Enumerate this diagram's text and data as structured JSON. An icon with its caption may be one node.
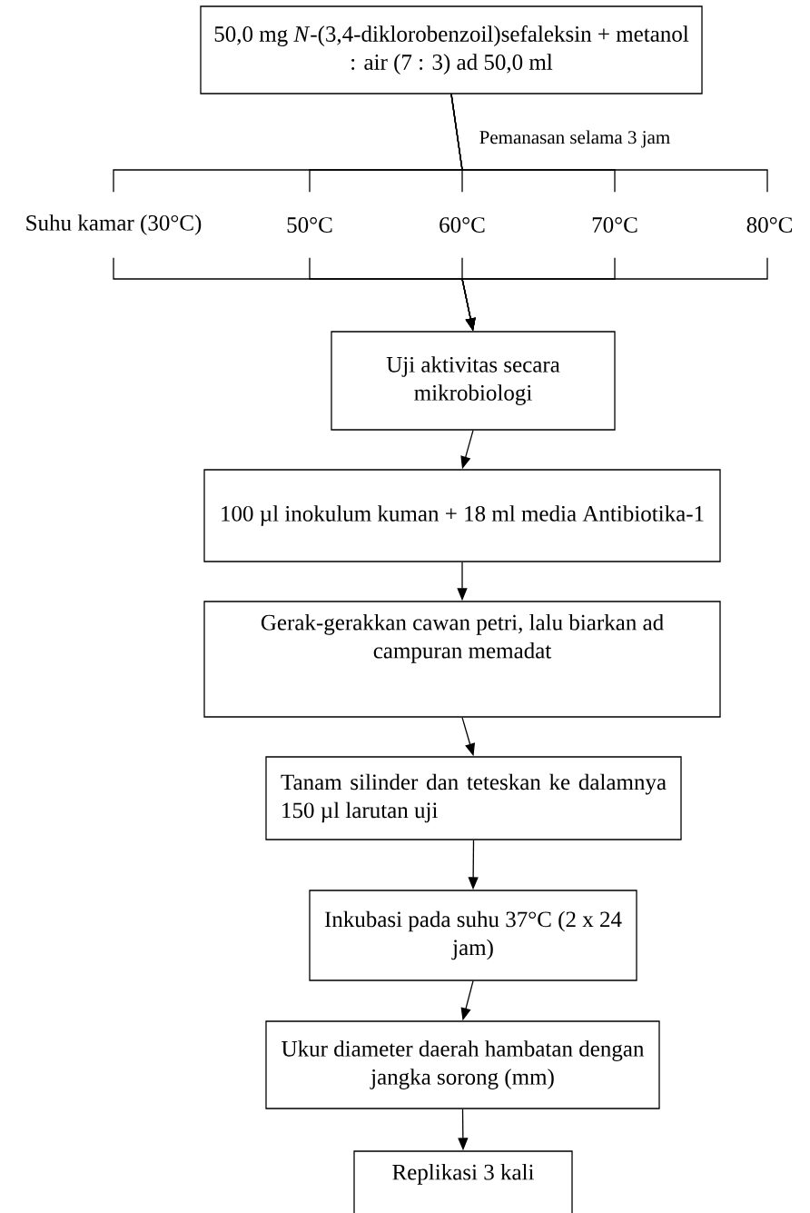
{
  "diagram": {
    "nodes": [
      {
        "text": [
          "50,0 mg *N*-(3,4-diklorobenzoil)sefaleksin + metanol : air (7 : 3) ad 50,0 ml"
        ]
      },
      {
        "text": [
          "Suhu kamar (30°C)"
        ]
      },
      {
        "text": [
          "50°C"
        ]
      },
      {
        "text": [
          "60°C"
        ]
      },
      {
        "text": [
          "70°C"
        ]
      },
      {
        "text": [
          "80°C"
        ]
      },
      {
        "text": [
          "Uji aktivitas secara mikrobiologi"
        ]
      },
      {
        "text": [
          "100 µl inokulum kuman + 18 ml media Antibiotika-1"
        ]
      },
      {
        "text": [
          "Gerak-gerakkan cawan petri, lalu biarkan ad campuran memadat"
        ]
      },
      {
        "text": [
          "Tanam silinder dan teteskan ke dalamnya 150 µl larutan uji"
        ]
      },
      {
        "text": [
          "Inkubasi pada suhu 37°C (2 x 24 jam)"
        ]
      },
      {
        "text": [
          "Ukur diameter daerah hambatan dengan jangka sorong (mm)"
        ]
      },
      {
        "text": [
          "Replikasi 3 kali"
        ]
      }
    ],
    "edges": [
      {
        "from": 0,
        "to": 1,
        "arrow": "none"
      },
      {
        "from": 0,
        "to": 2,
        "arrow": "none"
      },
      {
        "from": 0,
        "to": 3,
        "arrow": "none"
      },
      {
        "from": 0,
        "to": 4,
        "arrow": "none"
      },
      {
        "from": 0,
        "to": 5,
        "arrow": "none"
      },
      {
        "from": 1,
        "to": 6,
        "arrow": "to"
      },
      {
        "from": 2,
        "to": 6,
        "arrow": "to"
      },
      {
        "from": 3,
        "to": 6,
        "arrow": "to"
      },
      {
        "from": 4,
        "to": 6,
        "arrow": "to"
      },
      {
        "from": 5,
        "to": 6,
        "arrow": "to"
      },
      {
        "from": 6,
        "to": 7,
        "arrow": "to"
      },
      {
        "from": 7,
        "to": 8,
        "arrow": "to"
      },
      {
        "from": 8,
        "to": 9,
        "arrow": "to"
      },
      {
        "from": 9,
        "to": 10,
        "arrow": "to"
      },
      {
        "from": 10,
        "to": 11,
        "arrow": "to"
      },
      {
        "from": 11,
        "to": 12,
        "arrow": "to"
      }
    ],
    "labels": [
      "Pemanasan selama 3 jam"
    ]
  }
}
